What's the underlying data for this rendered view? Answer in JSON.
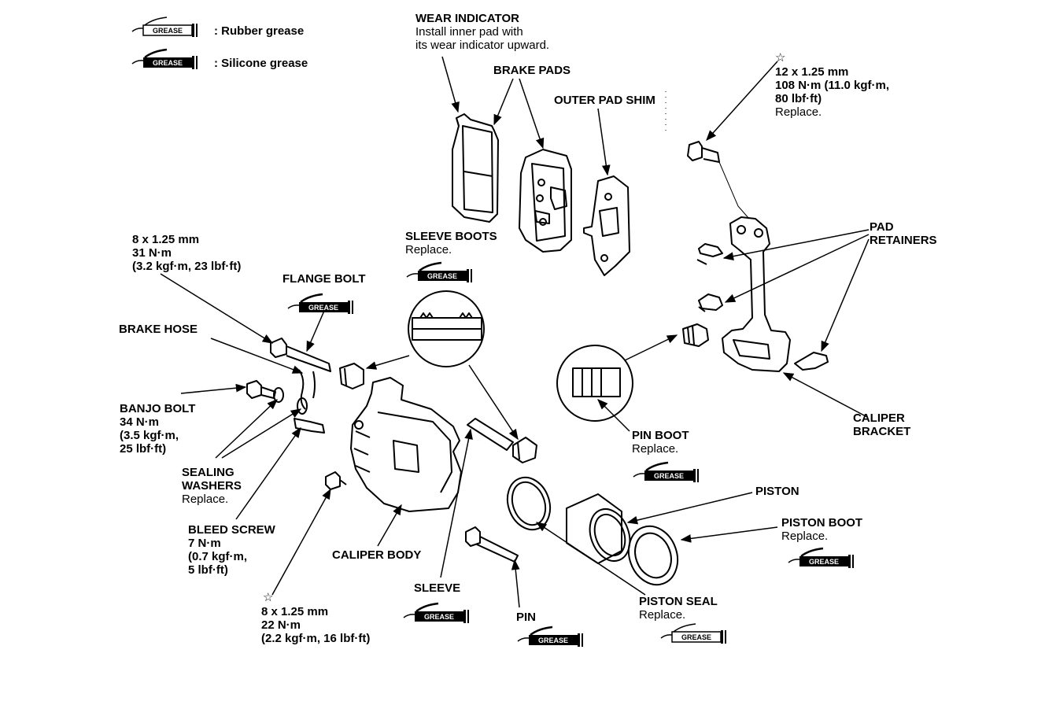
{
  "legend": {
    "rubber": ": Rubber grease",
    "silicone": ": Silicone grease",
    "tube_text": "GREASE"
  },
  "labels": {
    "wear_indicator": {
      "title": "WEAR INDICATOR",
      "line1": "Install inner pad with",
      "line2": "its wear indicator upward."
    },
    "brake_pads": "BRAKE PADS",
    "outer_pad_shim": "OUTER PAD SHIM",
    "bracket_bolt": {
      "star": "☆",
      "l1": "12 x 1.25 mm",
      "l2": "108 N·m (11.0 kgf·m,",
      "l3": "80 lbf·ft)",
      "l4": "Replace."
    },
    "flange_spec": {
      "l1": "8 x 1.25 mm",
      "l2": "31 N·m",
      "l3": "(3.2 kgf·m, 23 lbf·ft)"
    },
    "sleeve_boots": {
      "title": "SLEEVE BOOTS",
      "sub": "Replace."
    },
    "flange_bolt": "FLANGE BOLT",
    "pad_retainers": {
      "l1": "PAD",
      "l2": "RETAINERS"
    },
    "brake_hose": "BRAKE HOSE",
    "banjo_bolt": {
      "l1": "BANJO BOLT",
      "l2": "34 N·m",
      "l3": "(3.5 kgf·m,",
      "l4": "25 lbf·ft)"
    },
    "caliper_bracket": {
      "l1": "CALIPER",
      "l2": "BRACKET"
    },
    "pin_boot": {
      "title": "PIN BOOT",
      "sub": "Replace."
    },
    "sealing_washers": {
      "l1": "SEALING",
      "l2": "WASHERS",
      "l3": "Replace."
    },
    "piston": "PISTON",
    "piston_boot": {
      "title": "PISTON BOOT",
      "sub": "Replace."
    },
    "bleed_screw": {
      "l1": "BLEED SCREW",
      "l2": "7 N·m",
      "l3": "(0.7 kgf·m,",
      "l4": "5 lbf·ft)"
    },
    "caliper_body": "CALIPER BODY",
    "sleeve": "SLEEVE",
    "pin": "PIN",
    "piston_seal": {
      "title": "PISTON SEAL",
      "sub": "Replace."
    },
    "caliper_bolt": {
      "star": "☆",
      "l1": "8 x 1.25 mm",
      "l2": "22 N·m",
      "l3": "(2.2 kgf·m, 16 lbf·ft)"
    }
  },
  "colors": {
    "ink": "#000000",
    "paper": "#ffffff"
  }
}
